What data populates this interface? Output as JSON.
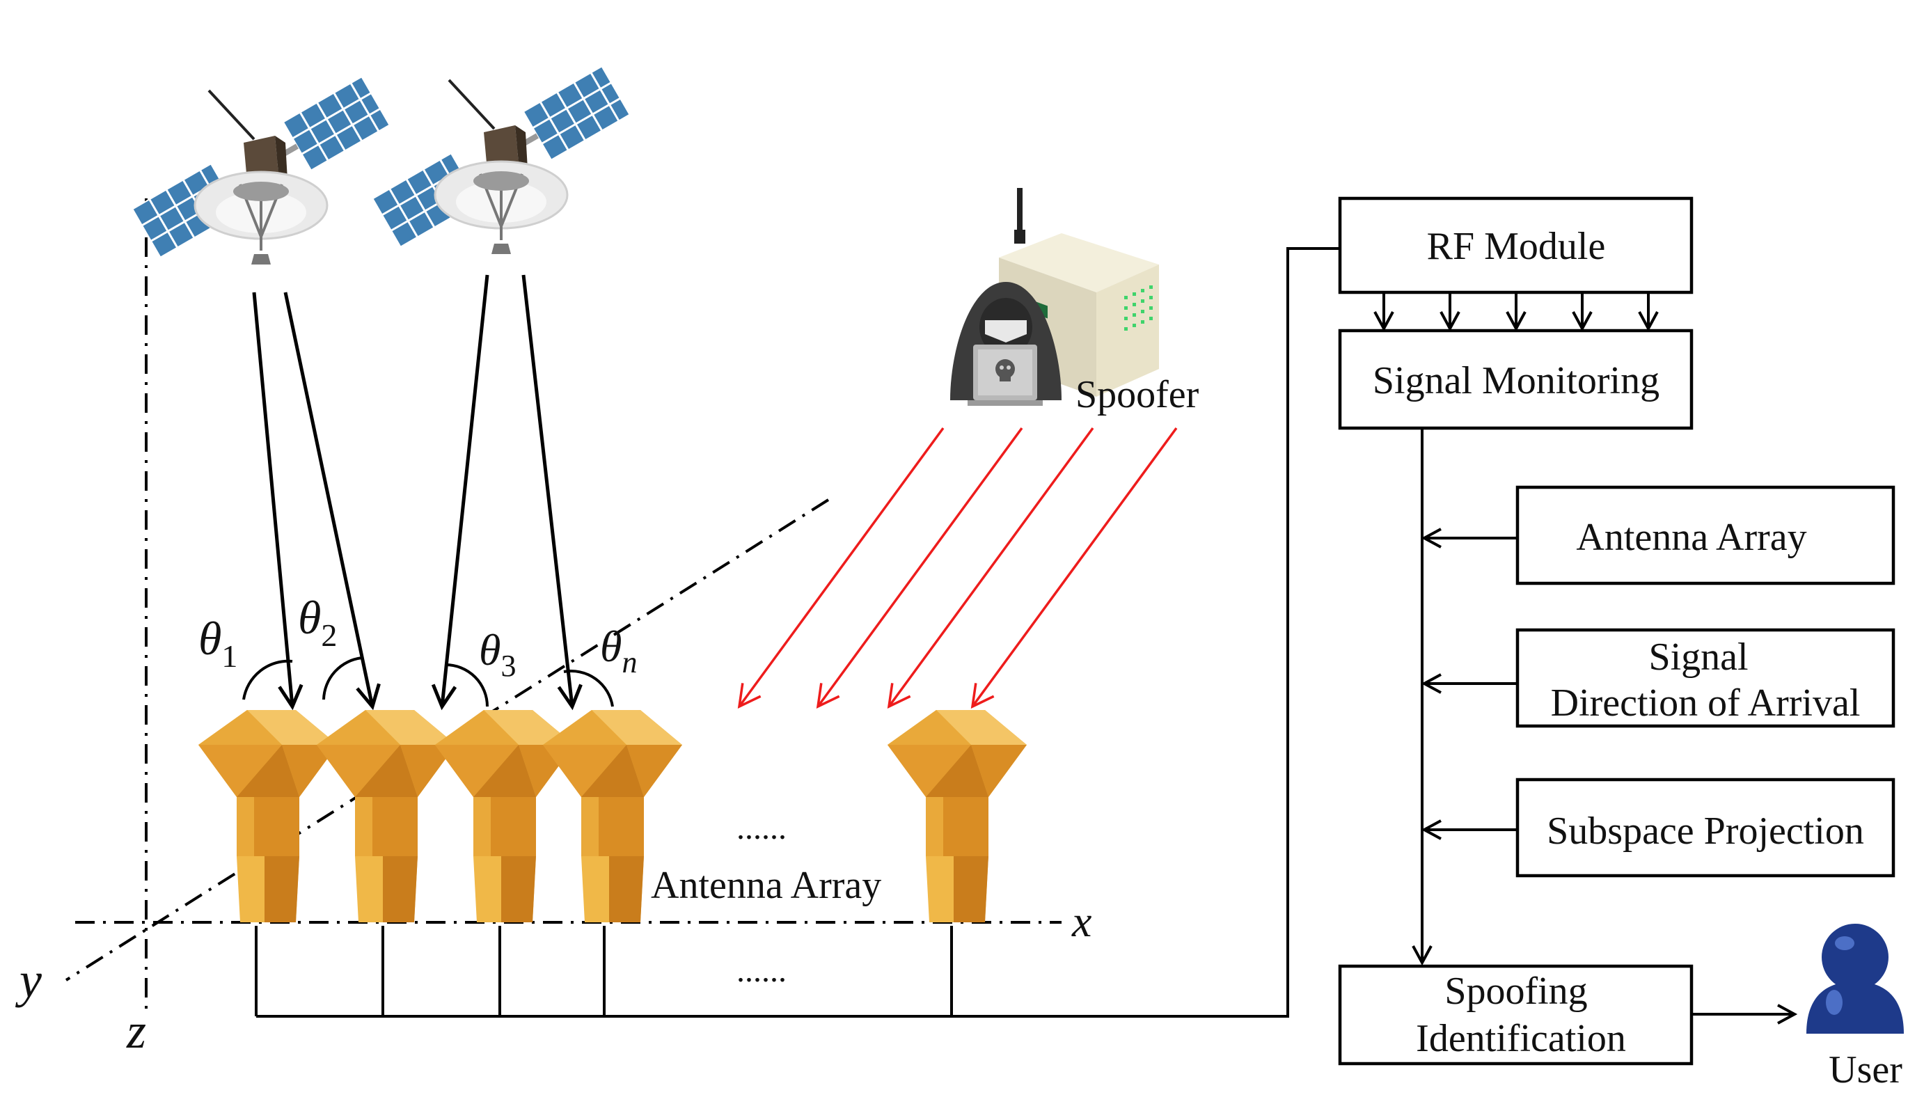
{
  "boxes": {
    "rf_module": "RF Module",
    "signal_monitoring": "Signal Monitoring",
    "antenna_array": "Antenna Array",
    "doa_line1": "Signal",
    "doa_line2": "Direction of Arrival",
    "subspace_projection": "Subspace Projection",
    "spoofing_line1": "Spoofing",
    "spoofing_line2": "Identification"
  },
  "labels": {
    "spoofer": "Spoofer",
    "user": "User",
    "antenna_array": "Antenna Array",
    "ellipsis_top": "......",
    "ellipsis_bottom": "......"
  },
  "axes": {
    "x": "x",
    "y": "y",
    "z": "z"
  },
  "angles": [
    {
      "symbol": "θ",
      "sub": "1"
    },
    {
      "symbol": "θ",
      "sub": "2"
    },
    {
      "symbol": "θ",
      "sub": "3"
    },
    {
      "symbol": "θ",
      "sub": "n"
    }
  ],
  "icons": [
    "satellite-icon",
    "spoofer-hacker-icon",
    "receiver-device-icon",
    "horn-antenna-icon",
    "user-icon"
  ],
  "colors": {
    "spoof_signal": "#ee1c1c",
    "antenna_light": "#f0b848",
    "antenna_mid": "#e39a2e",
    "antenna_dark": "#c97d1c",
    "solar_panel": "#3f7fb3",
    "user": "#1e3a8a"
  }
}
